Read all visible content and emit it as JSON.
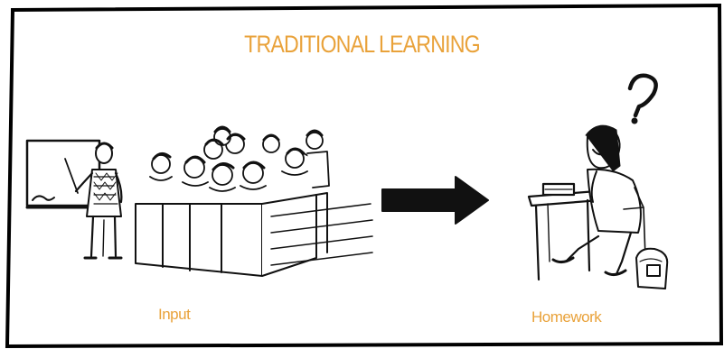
{
  "title": "TRADITIONAL LEARNING",
  "labels": {
    "input": "Input",
    "homework": "Homework"
  },
  "colors": {
    "accent": "#e9a23a",
    "ink": "#111111",
    "border": "#000000",
    "paper": "#ffffff"
  }
}
